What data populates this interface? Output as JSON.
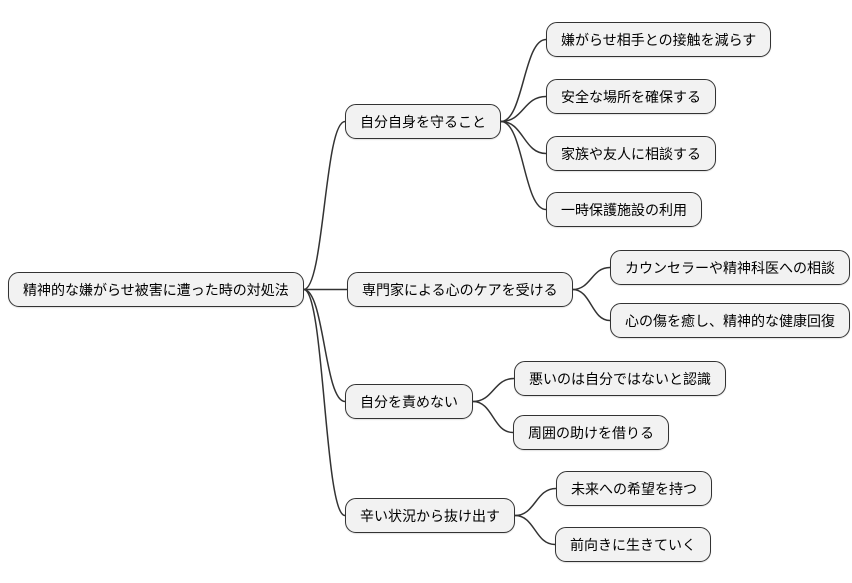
{
  "diagram": {
    "type": "mindmap",
    "colors": {
      "background": "#ffffff",
      "node_fill": "#f2f2f2",
      "node_border": "#333333",
      "link_stroke": "#333333",
      "text": "#000000"
    },
    "root": {
      "label": "精神的な嫌がらせ被害に遭った時の対処法"
    },
    "branches": [
      {
        "label": "自分自身を守ること",
        "children": [
          {
            "label": "嫌がらせ相手との接触を減らす"
          },
          {
            "label": "安全な場所を確保する"
          },
          {
            "label": "家族や友人に相談する"
          },
          {
            "label": "一時保護施設の利用"
          }
        ]
      },
      {
        "label": "専門家による心のケアを受ける",
        "children": [
          {
            "label": "カウンセラーや精神科医への相談"
          },
          {
            "label": "心の傷を癒し、精神的な健康回復"
          }
        ]
      },
      {
        "label": "自分を責めない",
        "children": [
          {
            "label": "悪いのは自分ではないと認識"
          },
          {
            "label": "周囲の助けを借りる"
          }
        ]
      },
      {
        "label": "辛い状況から抜け出す",
        "children": [
          {
            "label": "未来への希望を持つ"
          },
          {
            "label": "前向きに生きていく"
          }
        ]
      }
    ]
  }
}
